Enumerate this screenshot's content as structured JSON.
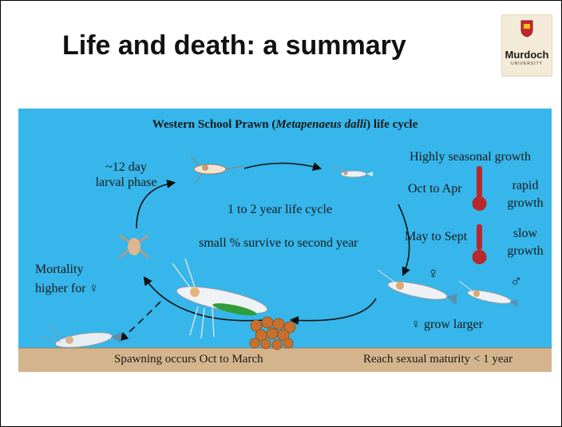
{
  "slide": {
    "title": "Life and death: a summary",
    "logo": {
      "name": "Murdoch",
      "subtitle": "UNIVERSITY"
    }
  },
  "diagram": {
    "heading": {
      "prefix": "Western School Prawn (",
      "species": "Metapenaeus dalli",
      "suffix": ") life cycle"
    },
    "larval": {
      "line1": "~12 day",
      "line2": "larval phase"
    },
    "cycle_length": "1 to 2 year  life cycle",
    "survival": "small % survive to second year",
    "mortality": {
      "line1": "Mortality",
      "line2": "higher for ♀"
    },
    "growth": {
      "heading": "Highly seasonal growth",
      "season1": "Oct to Apr",
      "rate1_line1": "rapid",
      "rate1_line2": "growth",
      "season2": "May to Sept",
      "rate2_line1": "slow",
      "rate2_line2": "growth"
    },
    "female_symbol": "♀",
    "male_symbol": "♂",
    "female_size": "♀ grow larger",
    "spawning": "Spawning occurs Oct to March",
    "maturity": "Reach sexual maturity < 1 year"
  },
  "colors": {
    "water": "#36b6ea",
    "seabed": "#d4b48c",
    "thermometer": "#b8282c",
    "eggs": "#c8712e",
    "arrow": "#111111"
  }
}
